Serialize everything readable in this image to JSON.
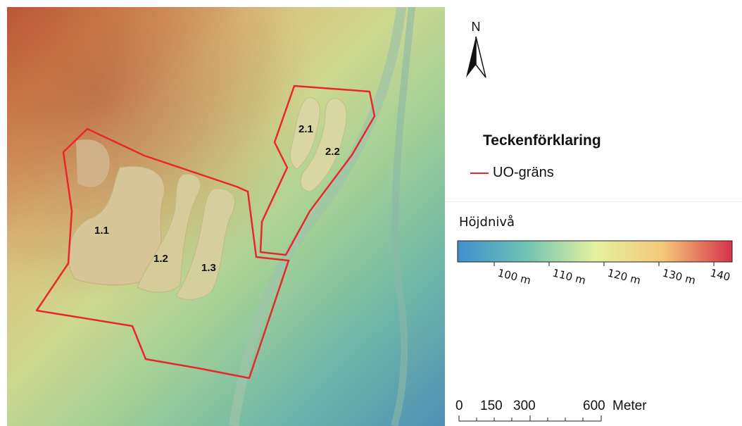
{
  "map": {
    "zones": [
      {
        "id": "1.1",
        "label": "1.1"
      },
      {
        "id": "1.2",
        "label": "1.2"
      },
      {
        "id": "1.3",
        "label": "1.3"
      },
      {
        "id": "2.1",
        "label": "2.1"
      },
      {
        "id": "2.2",
        "label": "2.2"
      }
    ],
    "north_label": "N"
  },
  "legend": {
    "title": "Teckenförklaring",
    "boundary_label": "UO-gräns",
    "boundary_color": "#e8262c"
  },
  "elevation": {
    "title": "Höjdnivå",
    "ticks": [
      "100 m",
      "110 m",
      "120 m",
      "130 m",
      "140"
    ],
    "colors": [
      "#3f8fcf",
      "#6fc3b2",
      "#e4f2a0",
      "#f4c778",
      "#d7324a"
    ]
  },
  "scale": {
    "labels": [
      "0",
      "150",
      "300",
      "600"
    ],
    "unit": "Meter"
  }
}
